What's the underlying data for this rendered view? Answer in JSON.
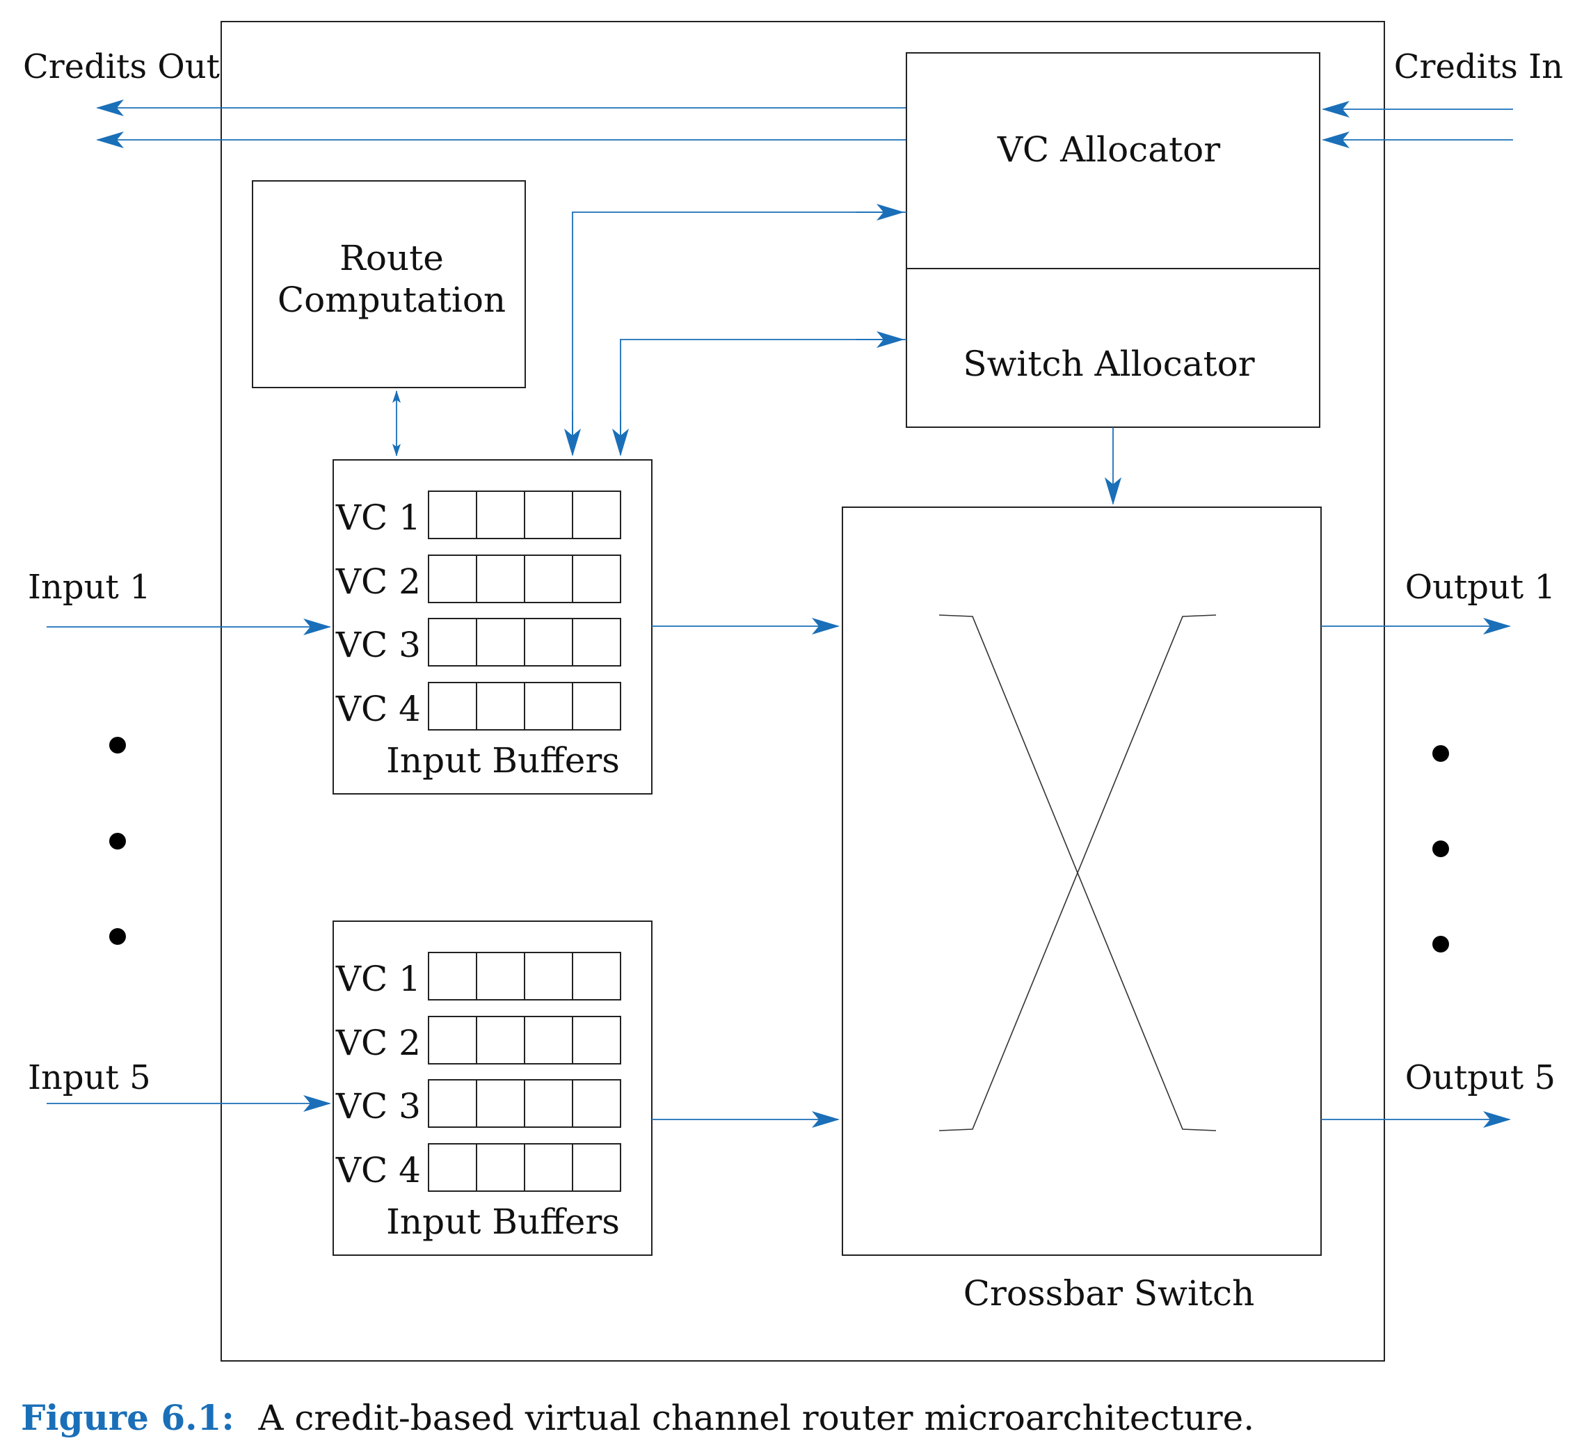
{
  "colors": {
    "accent": "#1a6fb8",
    "line": "#222222",
    "text": "#111111"
  },
  "labels": {
    "credits_out": "Credits Out",
    "credits_in": "Credits In",
    "vc_allocator": "VC Allocator",
    "switch_allocator": "Switch Allocator",
    "route_line1": "Route",
    "route_line2": "Computation",
    "input1": "Input 1",
    "input5": "Input 5",
    "output1": "Output 1",
    "output5": "Output 5",
    "crossbar": "Crossbar Switch"
  },
  "buffers": [
    {
      "caption": "Input Buffers",
      "vcs": [
        "VC 1",
        "VC 2",
        "VC 3",
        "VC 4"
      ]
    },
    {
      "caption": "Input Buffers",
      "vcs": [
        "VC 1",
        "VC 2",
        "VC 3",
        "VC 4"
      ]
    }
  ],
  "caption": {
    "figure": "Figure 6.1:",
    "text": "A credit-based virtual channel router microarchitecture."
  },
  "icons": {
    "ellipsis": "vertical-ellipsis-dots"
  }
}
